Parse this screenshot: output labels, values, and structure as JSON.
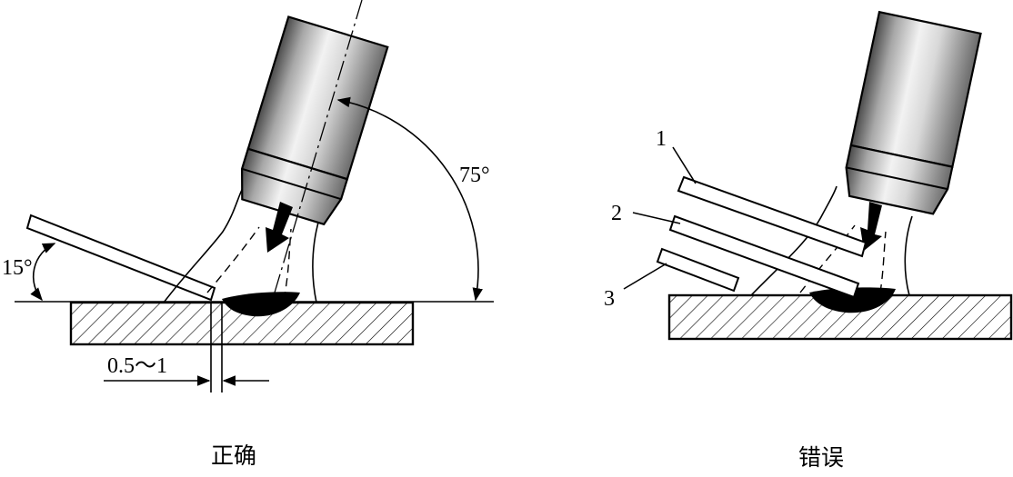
{
  "left_figure": {
    "caption": "正确",
    "angle_rod": "15°",
    "angle_torch": "75°",
    "gap_dimension": "0.5～1"
  },
  "right_figure": {
    "caption": "错误",
    "callouts": [
      "1",
      "2",
      "3"
    ]
  },
  "colors": {
    "ink": "#000000",
    "background": "#ffffff"
  }
}
